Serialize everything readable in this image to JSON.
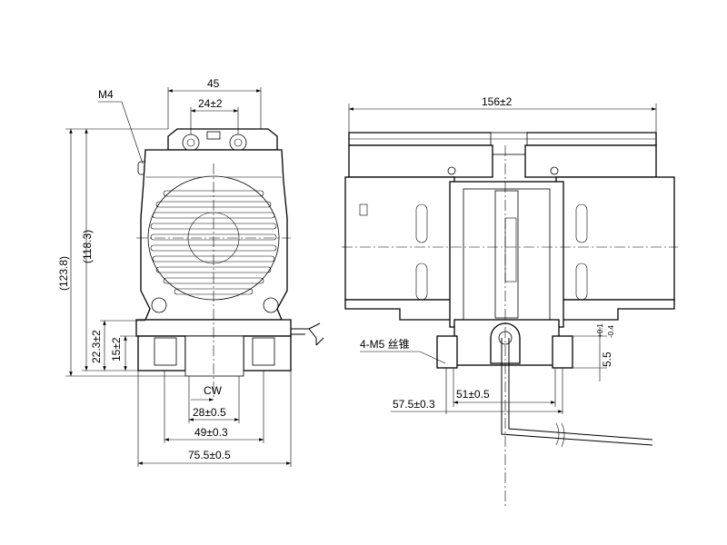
{
  "drawing": {
    "front_view": {
      "dim_top_width": "45",
      "dim_port_spacing": "24±2",
      "thread_label": "M4",
      "dim_overall_height": "(123.8)",
      "dim_body_height": "(118.3)",
      "dim_shaft_height": "22.3±2",
      "dim_foot_height": "15±2",
      "rotation_label": "CW",
      "dim_shaft_offset": "28±0.5",
      "dim_mount_spacing": "49±0.3",
      "dim_base_width": "75.5±0.5"
    },
    "side_view": {
      "dim_overall_length": "156±2",
      "tap_label": "4-M5 丝锥",
      "dim_foot_thickness": "5.5",
      "dim_foot_tol_upper": "+0.1",
      "dim_foot_tol_lower": "-0.4",
      "dim_inner_mount": "51±0.5",
      "dim_outer_mount": "57.5±0.3"
    }
  }
}
